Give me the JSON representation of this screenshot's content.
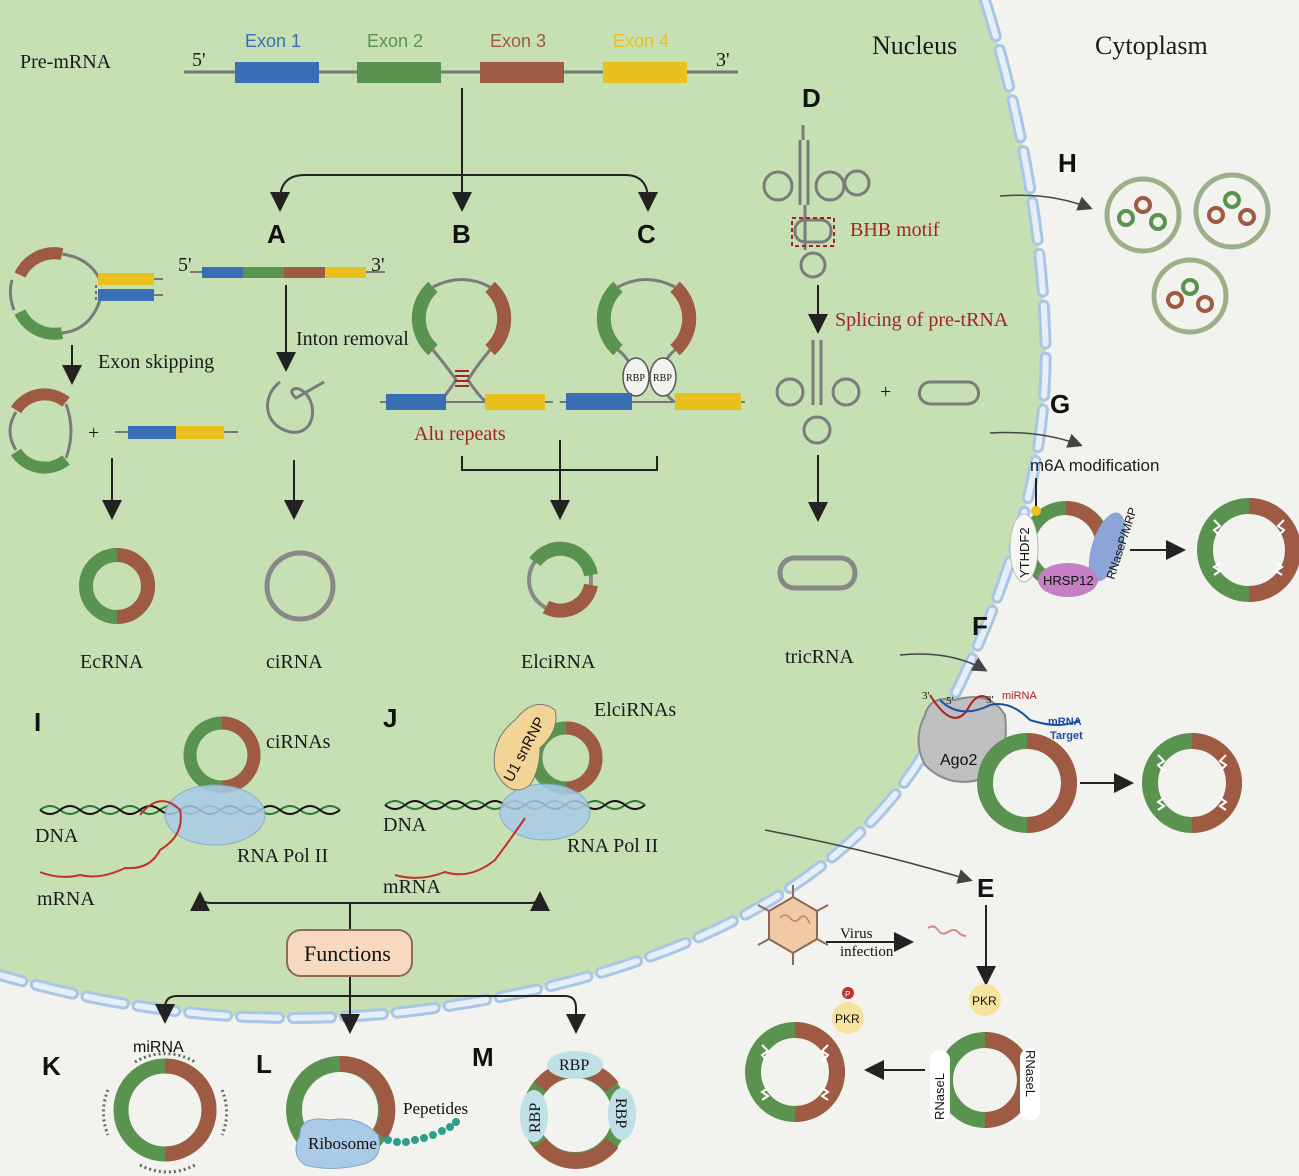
{
  "headers": {
    "nucleus": "Nucleus",
    "cytoplasm": "Cytoplasm"
  },
  "premrna": {
    "label": "Pre-mRNA",
    "five": "5'",
    "three": "3'",
    "exons": [
      {
        "label": "Exon 1",
        "color": "#3a6fb5"
      },
      {
        "label": "Exon 2",
        "color": "#5a9350"
      },
      {
        "label": "Exon 3",
        "color": "#9e5a43"
      },
      {
        "label": "Exon 4",
        "color": "#e8c11e"
      }
    ]
  },
  "panels": {
    "A": "A",
    "B": "B",
    "C": "C",
    "D": "D",
    "E": "E",
    "F": "F",
    "G": "G",
    "H": "H",
    "I": "I",
    "J": "J",
    "K": "K",
    "L": "L",
    "M": "M"
  },
  "labels": {
    "exon_skipping": "Exon skipping",
    "intron_removal": "Inton removal",
    "alu_repeats": "Alu repeats",
    "rbp": "RBP",
    "bhb_motif": "BHB motif",
    "splicing_pre_trna": "Splicing of pre-tRNA",
    "plus": "+",
    "five": "5'",
    "three": "3'",
    "ecrna": "EcRNA",
    "cirna": "ciRNA",
    "elcirna": "ElciRNA",
    "tricrna": "tricRNA",
    "m6a": "m6A modification",
    "ythdf2": "YTHDF2",
    "hrsp12": "HRSP12",
    "rnasep": "RNaseP/MRP",
    "mirna": "miRNA",
    "mrna_target": "mRNA Target",
    "ago2": "Ago2",
    "cirnas": "ciRNAs",
    "elcirnas": "ElciRNAs",
    "u1snrnp": "U1 snRNP",
    "dna": "DNA",
    "rnapol": "RNA Pol II",
    "mrna": "mRNA",
    "functions": "Functions",
    "virus_infection_1": "Virus",
    "virus_infection_2": "infection",
    "pkr": "PKR",
    "p": "P",
    "rnasel": "RNaseL",
    "mirna_k": "miRNA",
    "ribosome": "Ribosome",
    "pepetides": "Pepetides"
  },
  "colors": {
    "nucleus": "#c6e0b4",
    "green": "#5a9350",
    "brown": "#9e5a43",
    "blue": "#3a6fb5",
    "yellow": "#e8c11e",
    "membrane": "#dbe8f5",
    "functions_box": "#f6d9bf"
  }
}
